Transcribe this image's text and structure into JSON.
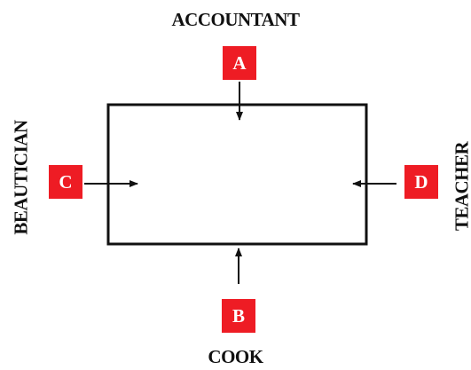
{
  "labels": {
    "top": "ACCOUNTANT",
    "bottom": "COOK",
    "left": "BEAUTICIAN",
    "right": "TEACHER"
  },
  "badges": {
    "top": "A",
    "bottom": "B",
    "left": "C",
    "right": "D"
  },
  "colors": {
    "badge": "#ee1c24",
    "line": "#111111"
  }
}
